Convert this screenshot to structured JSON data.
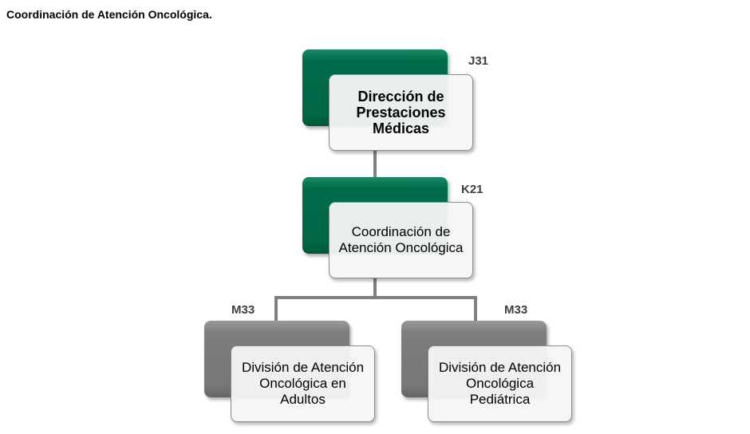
{
  "title": "Coordinación de Atención Oncológica.",
  "nodes": [
    {
      "code": "J31",
      "label": "Dirección de Prestaciones Médicas"
    },
    {
      "code": "K21",
      "label": "Coordinación de Atención Oncológica"
    },
    {
      "code": "M33",
      "label": "División de Atención Oncológica en Adultos"
    },
    {
      "code": "M33",
      "label": "División de Atención Oncológica Pediátrica"
    }
  ],
  "colors": {
    "primary": "#006b4a",
    "secondary": "#7d7d7d",
    "connector": "#7f7f7f"
  }
}
